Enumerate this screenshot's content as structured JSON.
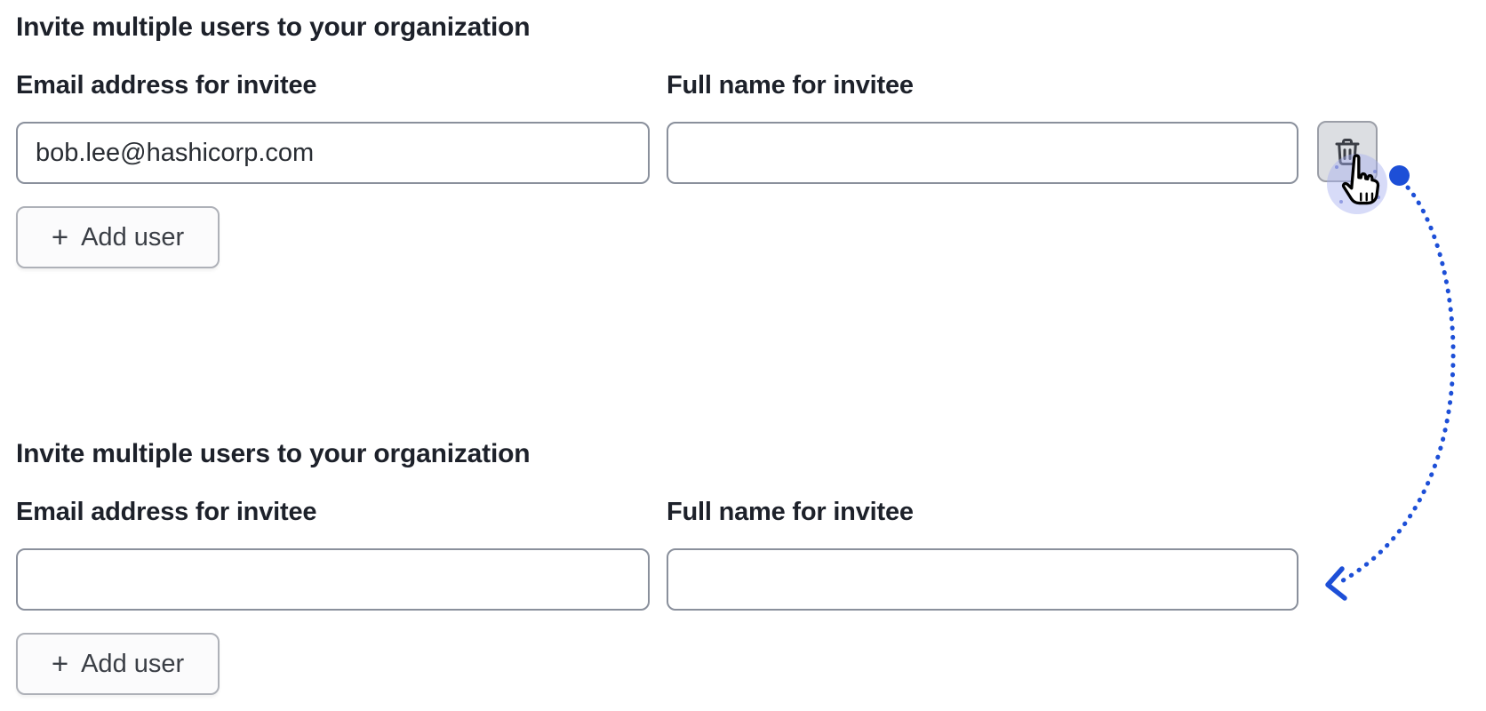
{
  "sections": [
    {
      "heading": "Invite multiple users to your organization",
      "email_label": "Email address for invitee",
      "full_name_label": "Full name for invitee",
      "email_value": "bob.lee@hashicorp.com",
      "full_name_value": "",
      "add_user": {
        "plus": "+",
        "label": "Add user"
      }
    },
    {
      "heading": "Invite multiple users to your organization",
      "email_label": "Email address for invitee",
      "full_name_label": "Full name for invitee",
      "email_value": "",
      "full_name_value": "",
      "add_user": {
        "plus": "+",
        "label": "Add user"
      }
    }
  ],
  "annotations": {
    "arrow": {
      "style": "dotted",
      "color": "#1d4fd7"
    },
    "halo_color": "rgba(167,176,240,0.45)",
    "trash_icon_color": "#3b3e46"
  }
}
